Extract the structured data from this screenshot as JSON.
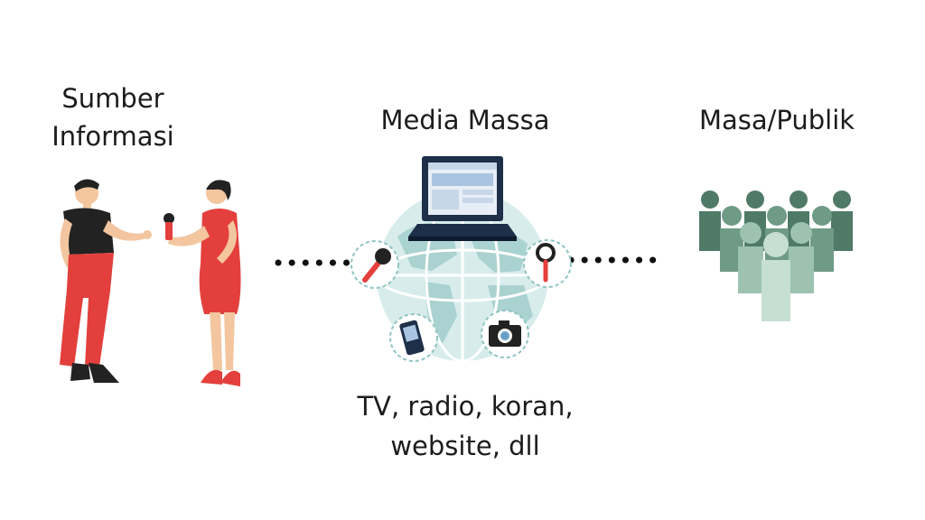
{
  "source": {
    "line1": "Sumber",
    "line2": "Informasi"
  },
  "media": {
    "title": "Media Massa"
  },
  "public": {
    "title": "Masa/Publik"
  },
  "examples": {
    "line1": "TV, radio, koran,",
    "line2": "website, dll"
  },
  "colors": {
    "red": "#e3403d",
    "dark": "#222222",
    "skin": "#f3c6a0",
    "globe_water": "#d8ecec",
    "globe_land": "#a9d2d0",
    "laptop": "#1e2f4a",
    "crowd_dark": "#4f7a68",
    "crowd_mid": "#6f9a86",
    "crowd_light": "#9dc2b0",
    "crowd_lightest": "#c7dfd3"
  },
  "icons": [
    "microphone-icon",
    "magnifier-icon",
    "mobile-phone-icon",
    "camera-icon",
    "laptop-icon",
    "globe-icon",
    "crowd-icon"
  ]
}
